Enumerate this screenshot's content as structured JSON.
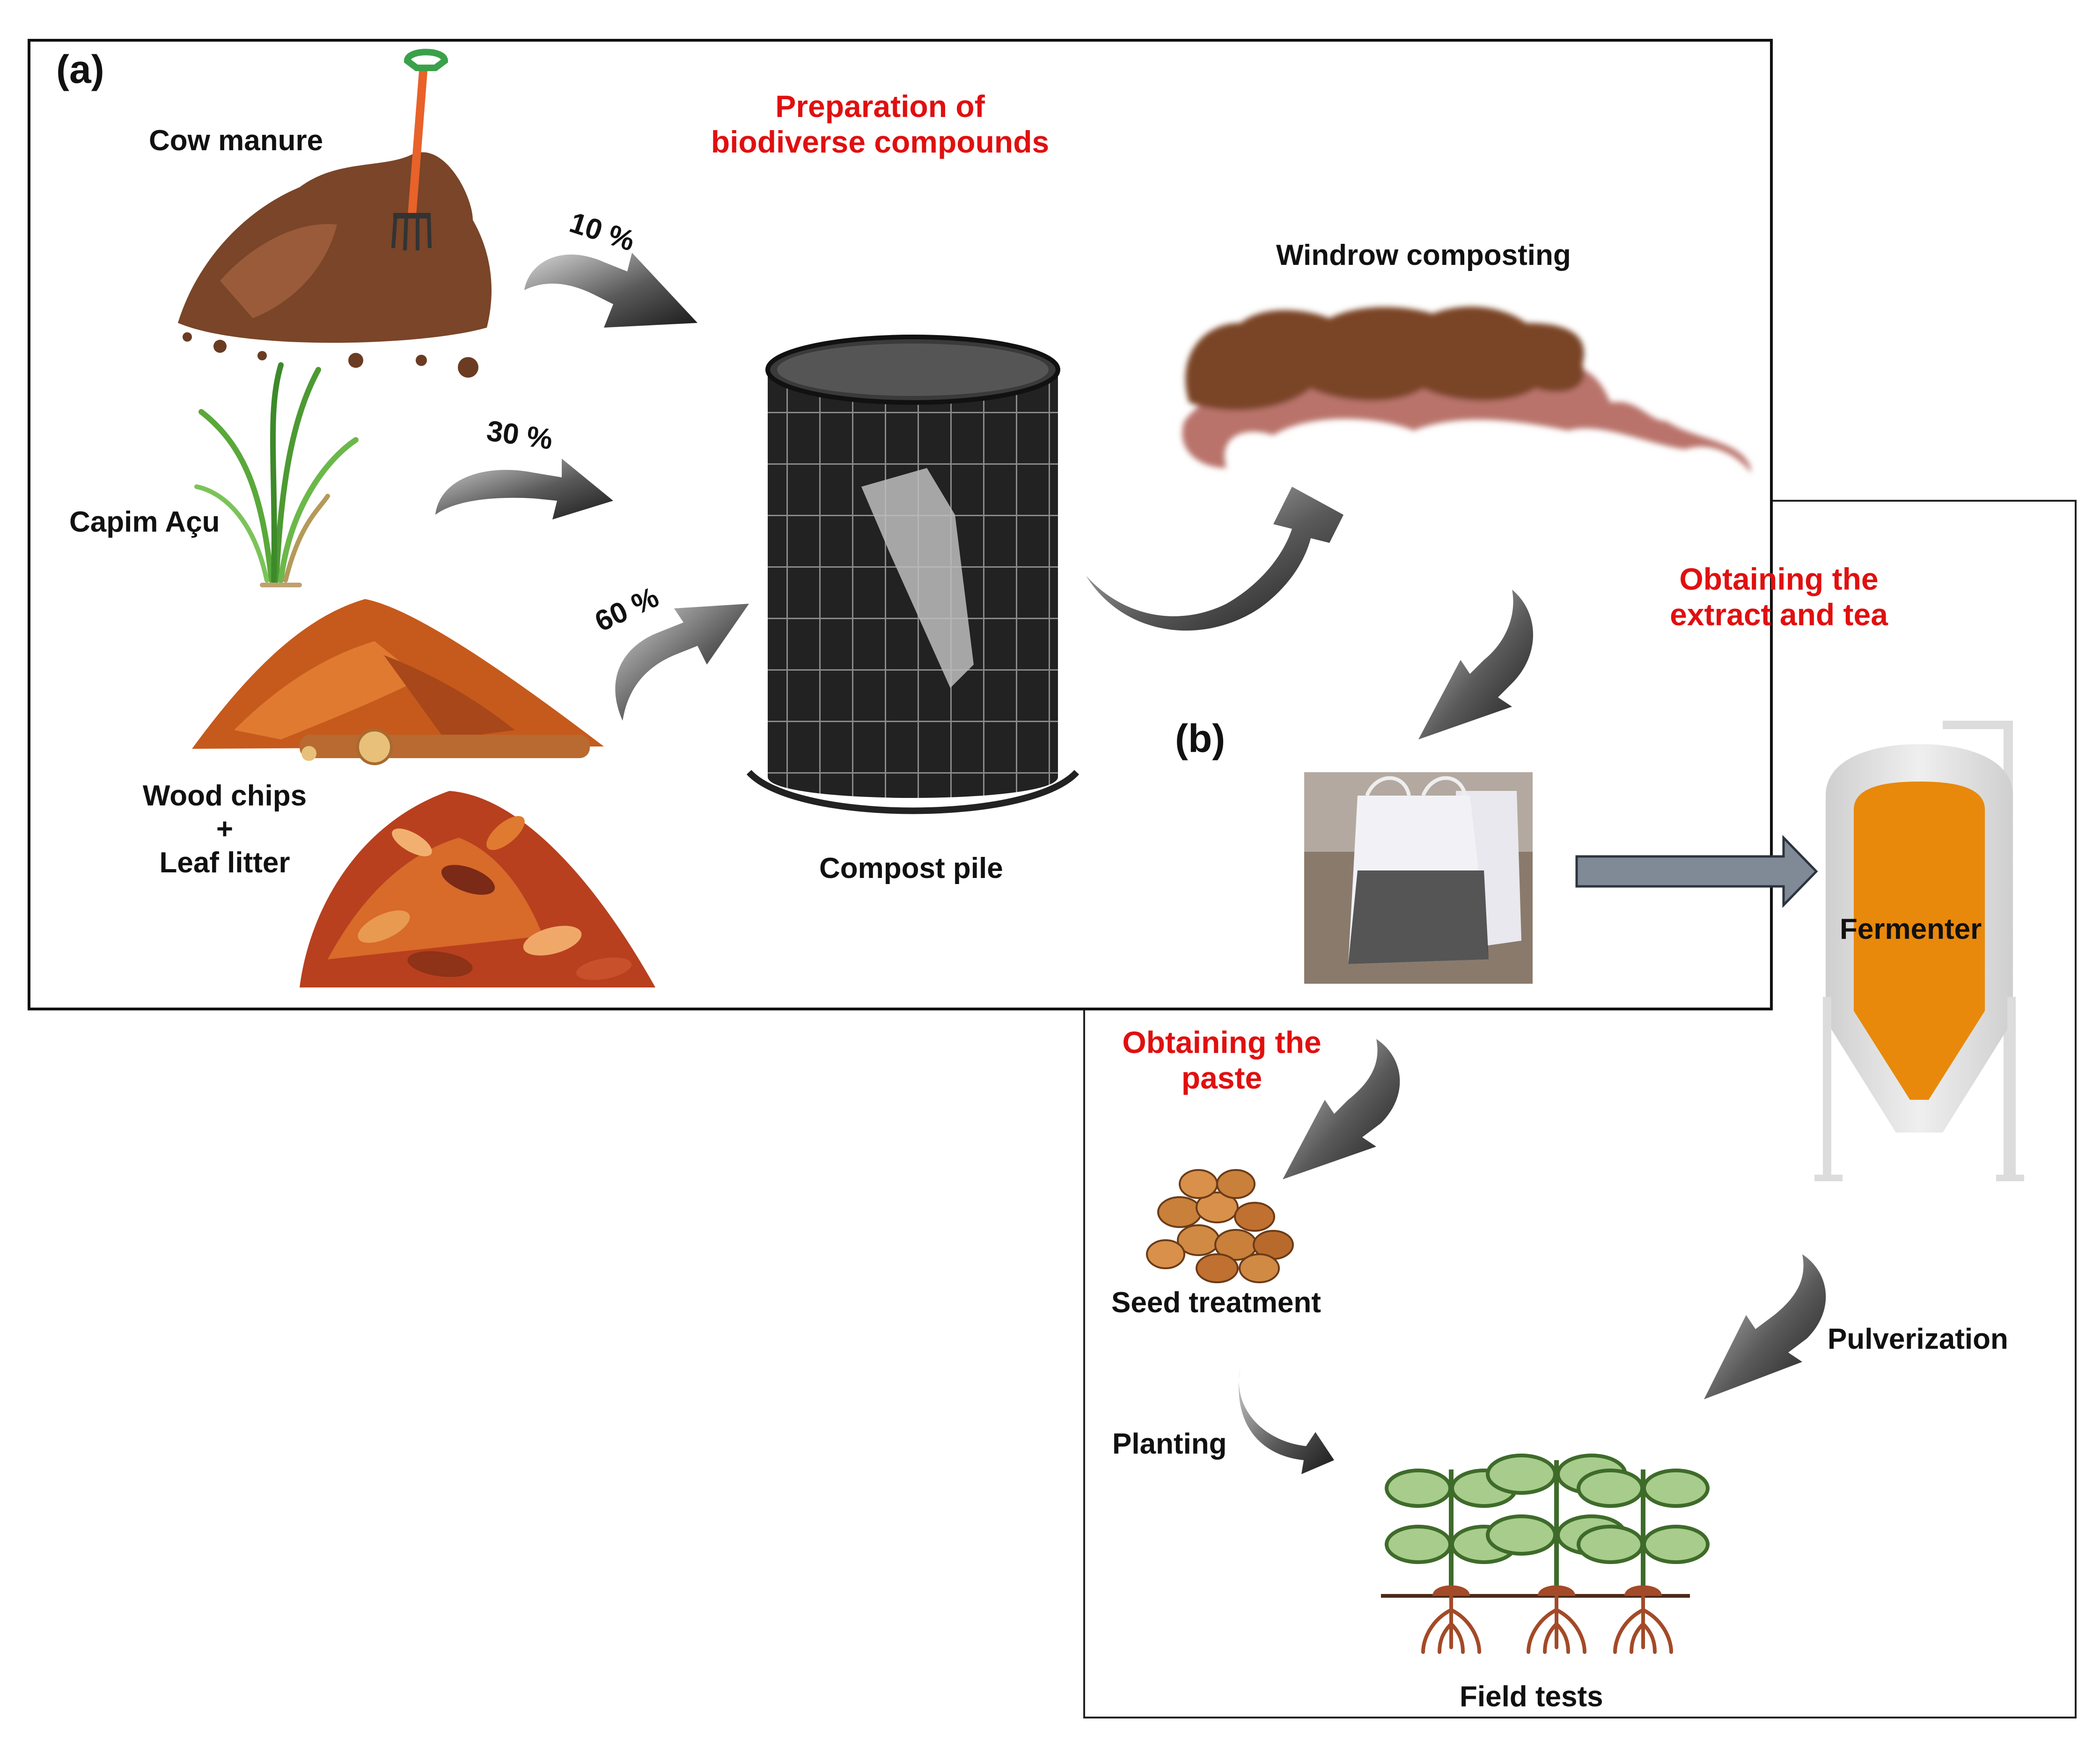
{
  "panels": {
    "a": "(a)",
    "b": "(b)"
  },
  "headings": {
    "preparation_line1": "Preparation of",
    "preparation_line2": "biodiverse compounds",
    "extract_line1": "Obtaining the",
    "extract_line2": "extract and tea",
    "paste_line1": "Obtaining the",
    "paste_line2": "paste"
  },
  "ingredients": {
    "cow_manure": "Cow manure",
    "capim": "Capim Açu",
    "wood_chips": "Wood chips",
    "plus": "+",
    "leaf_litter": "Leaf litter"
  },
  "percentages": {
    "p10": "10 %",
    "p30": "30 %",
    "p60": "60 %"
  },
  "steps": {
    "compost_pile": "Compost pile",
    "windrow": "Windrow composting",
    "fermenter": "Fermenter",
    "seed_treatment": "Seed treatment",
    "planting": "Planting",
    "pulverization": "Pulverization",
    "field_tests": "Field tests"
  },
  "colors": {
    "heading_red": "#e01010",
    "manure_brown": "#7a4528",
    "windrow_pink": "#b9736a",
    "fermenter_orange": "#e8890c",
    "leaf_green": "#a8cc8c",
    "root_brown": "#a34a28",
    "arrow_gray": "#4a4a4a"
  }
}
